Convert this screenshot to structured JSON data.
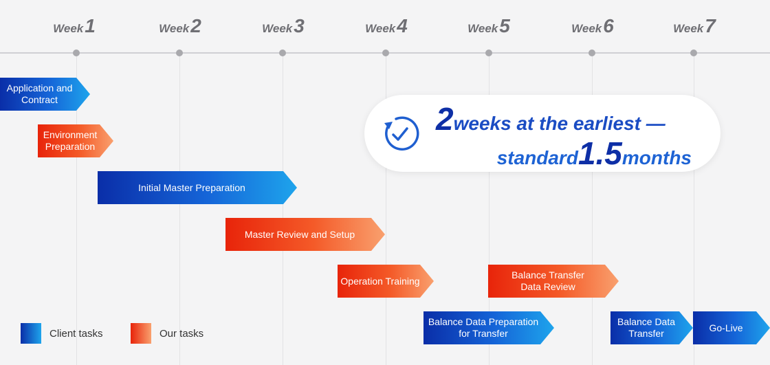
{
  "timeline": {
    "weeks": [
      {
        "word": "Week",
        "number": "1"
      },
      {
        "word": "Week",
        "number": "2"
      },
      {
        "word": "Week",
        "number": "3"
      },
      {
        "word": "Week",
        "number": "4"
      },
      {
        "word": "Week",
        "number": "5"
      },
      {
        "word": "Week",
        "number": "6"
      },
      {
        "word": "Week",
        "number": "7"
      }
    ]
  },
  "tasks": [
    {
      "label": "Application and\nContract",
      "owner": "client"
    },
    {
      "label": "Environment\nPreparation",
      "owner": "ours"
    },
    {
      "label": "Initial Master Preparation",
      "owner": "client"
    },
    {
      "label": "Master Review and Setup",
      "owner": "ours"
    },
    {
      "label": "Operation Training",
      "owner": "ours"
    },
    {
      "label": "Balance Transfer\nData Review",
      "owner": "ours"
    },
    {
      "label": "Balance Data Preparation\nfor Transfer",
      "owner": "client"
    },
    {
      "label": "Balance Data\nTransfer",
      "owner": "client"
    },
    {
      "label": "Go-Live",
      "owner": "client"
    }
  ],
  "callout": {
    "earliest_value": "2",
    "earliest_text": "weeks at the earliest —",
    "standard_prefix": "standard",
    "standard_value": "1.5",
    "standard_unit": "months",
    "icon": "clock-icon"
  },
  "legend": {
    "client_label": "Client tasks",
    "ours_label": "Our tasks"
  },
  "colors": {
    "client": "#0a2ea8",
    "ours": "#e8240a",
    "callout_text": "#1441b8"
  }
}
